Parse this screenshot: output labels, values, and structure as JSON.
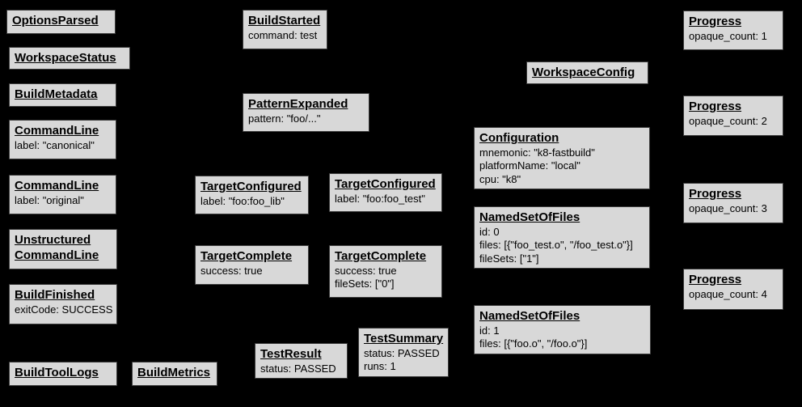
{
  "diagram": {
    "description": "Bazel Build Event Protocol events diagram",
    "colors": {
      "background": "#000000",
      "node_fill": "#d8d8d8",
      "node_border": "#3c3c3c",
      "node_text": "#000000"
    },
    "nodes": [
      {
        "title": "OptionsParsed",
        "lines": []
      },
      {
        "title": "WorkspaceStatus",
        "lines": []
      },
      {
        "title": "BuildMetadata",
        "lines": []
      },
      {
        "title": "CommandLine",
        "lines": [
          "label: \"canonical\""
        ]
      },
      {
        "title": "CommandLine",
        "lines": [
          "label: \"original\""
        ]
      },
      {
        "title": "Unstructured CommandLine",
        "lines": []
      },
      {
        "title": "BuildFinished",
        "lines": [
          "exitCode: SUCCESS"
        ]
      },
      {
        "title": "BuildToolLogs",
        "lines": []
      },
      {
        "title": "BuildMetrics",
        "lines": []
      },
      {
        "title": "BuildStarted",
        "lines": [
          "command: test"
        ]
      },
      {
        "title": "PatternExpanded",
        "lines": [
          "pattern: \"foo/...\""
        ]
      },
      {
        "title": "TargetConfigured",
        "lines": [
          "label: \"foo:foo_lib\""
        ]
      },
      {
        "title": "TargetComplete",
        "lines": [
          "success: true"
        ]
      },
      {
        "title": "TestResult",
        "lines": [
          "status: PASSED"
        ]
      },
      {
        "title": "TargetConfigured",
        "lines": [
          "label: \"foo:foo_test\""
        ]
      },
      {
        "title": "TargetComplete",
        "lines": [
          "success: true",
          "fileSets: [\"0\"]"
        ]
      },
      {
        "title": "TestSummary",
        "lines": [
          "status: PASSED",
          "runs: 1"
        ]
      },
      {
        "title": "WorkspaceConfig",
        "lines": []
      },
      {
        "title": "Configuration",
        "lines": [
          "mnemonic: \"k8-fastbuild\"",
          "platformName: \"local\"",
          "cpu: \"k8\""
        ]
      },
      {
        "title": "NamedSetOfFiles",
        "lines": [
          "id: 0",
          "files: [{\"foo_test.o\", \"/foo_test.o\"}]",
          "fileSets: [\"1\"]"
        ]
      },
      {
        "title": "NamedSetOfFiles",
        "lines": [
          "id: 1",
          "files: [{\"foo.o\", \"/foo.o\"}]"
        ]
      },
      {
        "title": "Progress",
        "lines": [
          "opaque_count: 1"
        ]
      },
      {
        "title": "Progress",
        "lines": [
          "opaque_count: 2"
        ]
      },
      {
        "title": "Progress",
        "lines": [
          "opaque_count: 3"
        ]
      },
      {
        "title": "Progress",
        "lines": [
          "opaque_count: 4"
        ]
      }
    ]
  }
}
